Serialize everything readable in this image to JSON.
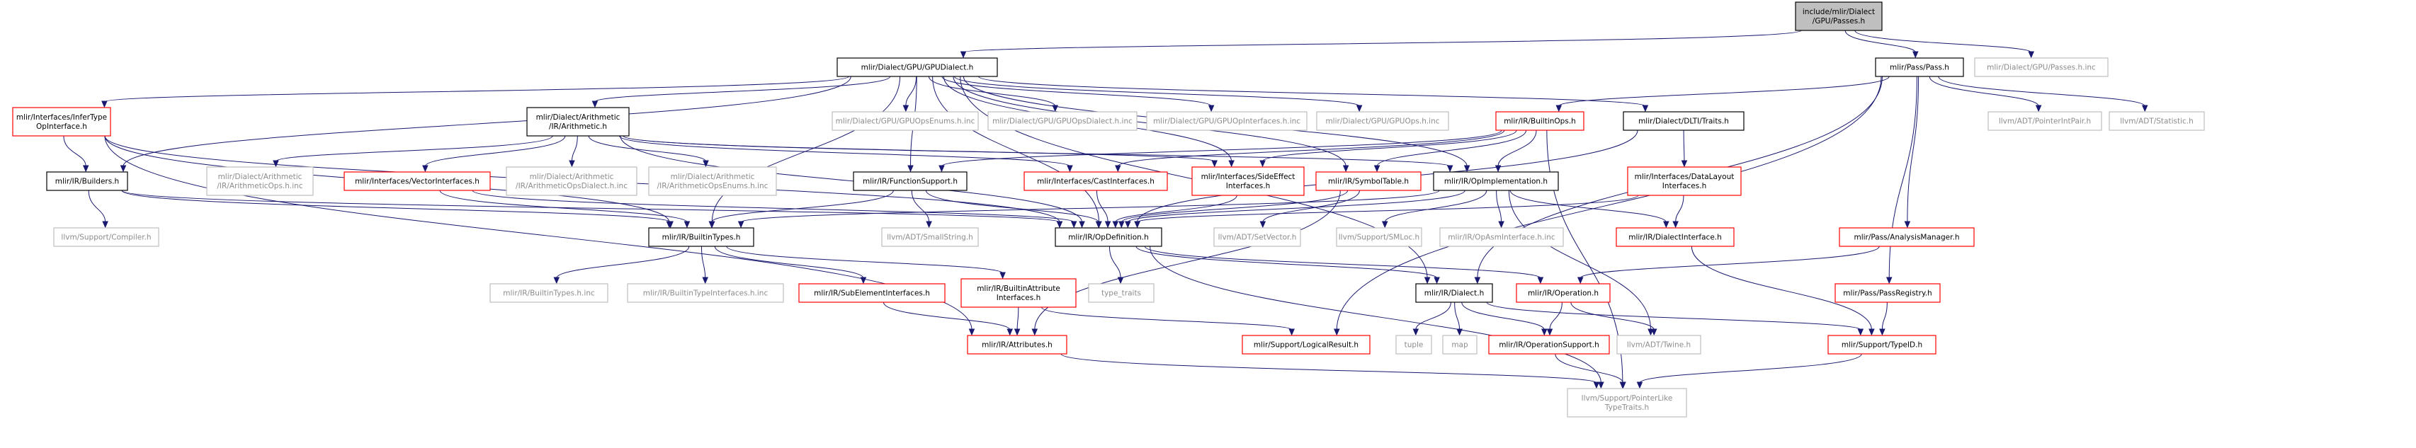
{
  "title": "include/mlir/Dialect/GPU/Passes.h",
  "colors": {
    "edge": "#191970",
    "root_fill": "#bfbfbf",
    "normal_border": "#000000",
    "truncated_border": "#ff0000",
    "external_border": "#bfbfbf",
    "external_text": "#8c8c8c"
  },
  "nodes": [
    {
      "id": "passes",
      "kind": "root",
      "lines": [
        "include/mlir/Dialect",
        "/GPU/Passes.h"
      ]
    },
    {
      "id": "gpudialect",
      "kind": "normal",
      "lines": [
        "mlir/Dialect/GPU/GPUDialect.h"
      ]
    },
    {
      "id": "passh",
      "kind": "normal",
      "lines": [
        "mlir/Pass/Pass.h"
      ]
    },
    {
      "id": "passesinc",
      "kind": "ext",
      "lines": [
        "mlir/Dialect/GPU/Passes.h.inc"
      ]
    },
    {
      "id": "infertype",
      "kind": "trunc",
      "lines": [
        "mlir/Interfaces/InferType",
        "OpInterface.h"
      ]
    },
    {
      "id": "arith",
      "kind": "normal",
      "lines": [
        "mlir/Dialect/Arithmetic",
        "/IR/Arithmetic.h"
      ]
    },
    {
      "id": "gpuenums",
      "kind": "ext",
      "lines": [
        "mlir/Dialect/GPU/GPUOpsEnums.h.inc"
      ]
    },
    {
      "id": "gpuopsdialect",
      "kind": "ext",
      "lines": [
        "mlir/Dialect/GPU/GPUOpsDialect.h.inc"
      ]
    },
    {
      "id": "gpuopiface",
      "kind": "ext",
      "lines": [
        "mlir/Dialect/GPU/GPUOpInterfaces.h.inc"
      ]
    },
    {
      "id": "gpuops",
      "kind": "ext",
      "lines": [
        "mlir/Dialect/GPU/GPUOps.h.inc"
      ]
    },
    {
      "id": "builtinops",
      "kind": "trunc",
      "lines": [
        "mlir/IR/BuiltinOps.h"
      ]
    },
    {
      "id": "dlti",
      "kind": "normal",
      "lines": [
        "mlir/Dialect/DLTI/Traits.h"
      ]
    },
    {
      "id": "ptrintpair",
      "kind": "ext",
      "lines": [
        "llvm/ADT/PointerIntPair.h"
      ]
    },
    {
      "id": "statistic",
      "kind": "ext",
      "lines": [
        "llvm/ADT/Statistic.h"
      ]
    },
    {
      "id": "builders",
      "kind": "normal",
      "lines": [
        "mlir/IR/Builders.h"
      ]
    },
    {
      "id": "arithops",
      "kind": "ext",
      "lines": [
        "mlir/Dialect/Arithmetic",
        "/IR/ArithmeticOps.h.inc"
      ]
    },
    {
      "id": "vectoriface",
      "kind": "trunc",
      "lines": [
        "mlir/Interfaces/VectorInterfaces.h"
      ]
    },
    {
      "id": "arithopsdialect",
      "kind": "ext",
      "lines": [
        "mlir/Dialect/Arithmetic",
        "/IR/ArithmeticOpsDialect.h.inc"
      ]
    },
    {
      "id": "arithopsenums",
      "kind": "ext",
      "lines": [
        "mlir/Dialect/Arithmetic",
        "/IR/ArithmeticOpsEnums.h.inc"
      ]
    },
    {
      "id": "funcsupport",
      "kind": "normal",
      "lines": [
        "mlir/IR/FunctionSupport.h"
      ]
    },
    {
      "id": "castiface",
      "kind": "trunc",
      "lines": [
        "mlir/Interfaces/CastInterfaces.h"
      ]
    },
    {
      "id": "sideeffect",
      "kind": "trunc",
      "lines": [
        "mlir/Interfaces/SideEffect",
        "Interfaces.h"
      ]
    },
    {
      "id": "symboltable",
      "kind": "trunc",
      "lines": [
        "mlir/IR/SymbolTable.h"
      ]
    },
    {
      "id": "opimpl",
      "kind": "normal",
      "lines": [
        "mlir/IR/OpImplementation.h"
      ]
    },
    {
      "id": "datalayout",
      "kind": "trunc",
      "lines": [
        "mlir/Interfaces/DataLayout",
        "Interfaces.h"
      ]
    },
    {
      "id": "compiler",
      "kind": "ext",
      "lines": [
        "llvm/Support/Compiler.h"
      ]
    },
    {
      "id": "builtintypes",
      "kind": "normal",
      "lines": [
        "mlir/IR/BuiltinTypes.h"
      ]
    },
    {
      "id": "smallstring",
      "kind": "ext",
      "lines": [
        "llvm/ADT/SmallString.h"
      ]
    },
    {
      "id": "opdef",
      "kind": "normal",
      "lines": [
        "mlir/IR/OpDefinition.h"
      ]
    },
    {
      "id": "setvector",
      "kind": "ext",
      "lines": [
        "llvm/ADT/SetVector.h"
      ]
    },
    {
      "id": "smloc",
      "kind": "ext",
      "lines": [
        "llvm/Support/SMLoc.h"
      ]
    },
    {
      "id": "opasmiface",
      "kind": "ext",
      "lines": [
        "mlir/IR/OpAsmInterface.h.inc"
      ]
    },
    {
      "id": "dialectiface",
      "kind": "trunc",
      "lines": [
        "mlir/IR/DialectInterface.h"
      ]
    },
    {
      "id": "analysismgr",
      "kind": "trunc",
      "lines": [
        "mlir/Pass/AnalysisManager.h"
      ]
    },
    {
      "id": "builtintypesinc",
      "kind": "ext",
      "lines": [
        "mlir/IR/BuiltinTypes.h.inc"
      ]
    },
    {
      "id": "builtintypeiface",
      "kind": "ext",
      "lines": [
        "mlir/IR/BuiltinTypeInterfaces.h.inc"
      ]
    },
    {
      "id": "subelement",
      "kind": "trunc",
      "lines": [
        "mlir/IR/SubElementInterfaces.h"
      ]
    },
    {
      "id": "builtinattriface",
      "kind": "trunc",
      "lines": [
        "mlir/IR/BuiltinAttribute",
        "Interfaces.h"
      ]
    },
    {
      "id": "typetraits",
      "kind": "ext",
      "lines": [
        "type_traits"
      ]
    },
    {
      "id": "dialect",
      "kind": "normal",
      "lines": [
        "mlir/IR/Dialect.h"
      ]
    },
    {
      "id": "operation",
      "kind": "trunc",
      "lines": [
        "mlir/IR/Operation.h"
      ]
    },
    {
      "id": "passregistry",
      "kind": "trunc",
      "lines": [
        "mlir/Pass/PassRegistry.h"
      ]
    },
    {
      "id": "attributes",
      "kind": "trunc",
      "lines": [
        "mlir/IR/Attributes.h"
      ]
    },
    {
      "id": "logicalresult",
      "kind": "trunc",
      "lines": [
        "mlir/Support/LogicalResult.h"
      ]
    },
    {
      "id": "tuple",
      "kind": "ext",
      "lines": [
        "tuple"
      ]
    },
    {
      "id": "map",
      "kind": "ext",
      "lines": [
        "map"
      ]
    },
    {
      "id": "opsupport",
      "kind": "trunc",
      "lines": [
        "mlir/IR/OperationSupport.h"
      ]
    },
    {
      "id": "twine",
      "kind": "ext",
      "lines": [
        "llvm/ADT/Twine.h"
      ]
    },
    {
      "id": "typeid",
      "kind": "trunc",
      "lines": [
        "mlir/Support/TypeID.h"
      ]
    },
    {
      "id": "ptrliketypetraits",
      "kind": "ext",
      "lines": [
        "llvm/Support/PointerLike",
        "TypeTraits.h"
      ]
    }
  ],
  "edges": [
    [
      "passes",
      "gpudialect"
    ],
    [
      "passes",
      "passh"
    ],
    [
      "passes",
      "passesinc"
    ],
    [
      "gpudialect",
      "infertype"
    ],
    [
      "gpudialect",
      "arith"
    ],
    [
      "gpudialect",
      "gpuenums"
    ],
    [
      "gpudialect",
      "gpuopsdialect"
    ],
    [
      "gpudialect",
      "gpuopiface"
    ],
    [
      "gpudialect",
      "gpuops"
    ],
    [
      "gpudialect",
      "dlti"
    ],
    [
      "gpudialect",
      "builders"
    ],
    [
      "gpudialect",
      "funcsupport"
    ],
    [
      "gpudialect",
      "sideeffect"
    ],
    [
      "gpudialect",
      "symboltable"
    ],
    [
      "gpudialect",
      "opimpl"
    ],
    [
      "gpudialect",
      "builtintypes"
    ],
    [
      "gpudialect",
      "opdef"
    ],
    [
      "gpudialect",
      "dialect"
    ],
    [
      "passh",
      "builtinops"
    ],
    [
      "passh",
      "ptrintpair"
    ],
    [
      "passh",
      "statistic"
    ],
    [
      "passh",
      "analysismgr"
    ],
    [
      "passh",
      "passregistry"
    ],
    [
      "passh",
      "dialect"
    ],
    [
      "passh",
      "logicalresult"
    ],
    [
      "infertype",
      "builders"
    ],
    [
      "infertype",
      "builtintypes"
    ],
    [
      "infertype",
      "opdef"
    ],
    [
      "infertype",
      "attributes"
    ],
    [
      "arith",
      "arithops"
    ],
    [
      "arith",
      "vectoriface"
    ],
    [
      "arith",
      "arithopsdialect"
    ],
    [
      "arith",
      "arithopsenums"
    ],
    [
      "arith",
      "castiface"
    ],
    [
      "arith",
      "sideeffect"
    ],
    [
      "arith",
      "opimpl"
    ],
    [
      "arith",
      "opdef"
    ],
    [
      "builtinops",
      "funcsupport"
    ],
    [
      "builtinops",
      "castiface"
    ],
    [
      "builtinops",
      "sideeffect"
    ],
    [
      "builtinops",
      "symboltable"
    ],
    [
      "builtinops",
      "opimpl"
    ],
    [
      "builtinops",
      "ptrliketypetraits"
    ],
    [
      "dlti",
      "datalayout"
    ],
    [
      "dlti",
      "opdef"
    ],
    [
      "builders",
      "compiler"
    ],
    [
      "builders",
      "builtintypes"
    ],
    [
      "builders",
      "opdef"
    ],
    [
      "vectoriface",
      "builtintypes"
    ],
    [
      "vectoriface",
      "opdef"
    ],
    [
      "funcsupport",
      "builtintypes"
    ],
    [
      "funcsupport",
      "smallstring"
    ],
    [
      "funcsupport",
      "opdef"
    ],
    [
      "castiface",
      "opdef"
    ],
    [
      "sideeffect",
      "opdef"
    ],
    [
      "symboltable",
      "setvector"
    ],
    [
      "symboltable",
      "opdef"
    ],
    [
      "symboltable",
      "attributes"
    ],
    [
      "opimpl",
      "builtintypes"
    ],
    [
      "opimpl",
      "opdef"
    ],
    [
      "opimpl",
      "smloc"
    ],
    [
      "opimpl",
      "opasmiface"
    ],
    [
      "opimpl",
      "dialectiface"
    ],
    [
      "opimpl",
      "twine"
    ],
    [
      "datalayout",
      "dialectiface"
    ],
    [
      "datalayout",
      "opdef"
    ],
    [
      "builtintypes",
      "builtintypesinc"
    ],
    [
      "builtintypes",
      "builtintypeiface"
    ],
    [
      "builtintypes",
      "subelement"
    ],
    [
      "builtintypes",
      "builtinattriface"
    ],
    [
      "opdef",
      "typetraits"
    ],
    [
      "opdef",
      "dialect"
    ],
    [
      "opdef",
      "operation"
    ],
    [
      "opdef",
      "ptrliketypetraits"
    ],
    [
      "dialectiface",
      "typeid"
    ],
    [
      "analysismgr",
      "operation"
    ],
    [
      "passregistry",
      "typeid"
    ],
    [
      "subelement",
      "attributes"
    ],
    [
      "builtinattriface",
      "attributes"
    ],
    [
      "builtinattriface",
      "logicalresult"
    ],
    [
      "dialect",
      "tuple"
    ],
    [
      "dialect",
      "map"
    ],
    [
      "dialect",
      "opsupport"
    ],
    [
      "dialect",
      "typeid"
    ],
    [
      "operation",
      "opsupport"
    ],
    [
      "operation",
      "twine"
    ],
    [
      "attributes",
      "ptrliketypetraits"
    ],
    [
      "opsupport",
      "ptrliketypetraits"
    ],
    [
      "typeid",
      "ptrliketypetraits"
    ]
  ]
}
